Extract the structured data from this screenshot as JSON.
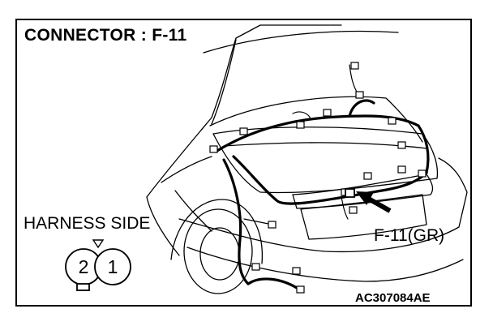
{
  "title": "CONNECTOR : F-11",
  "harness_label": "HARNESS SIDE",
  "connector_callout": "F-11(GR)",
  "figure_code": "AC307084AE",
  "connector": {
    "pins": [
      "2",
      "1"
    ]
  },
  "colors": {
    "line": "#000000",
    "background": "#ffffff"
  }
}
